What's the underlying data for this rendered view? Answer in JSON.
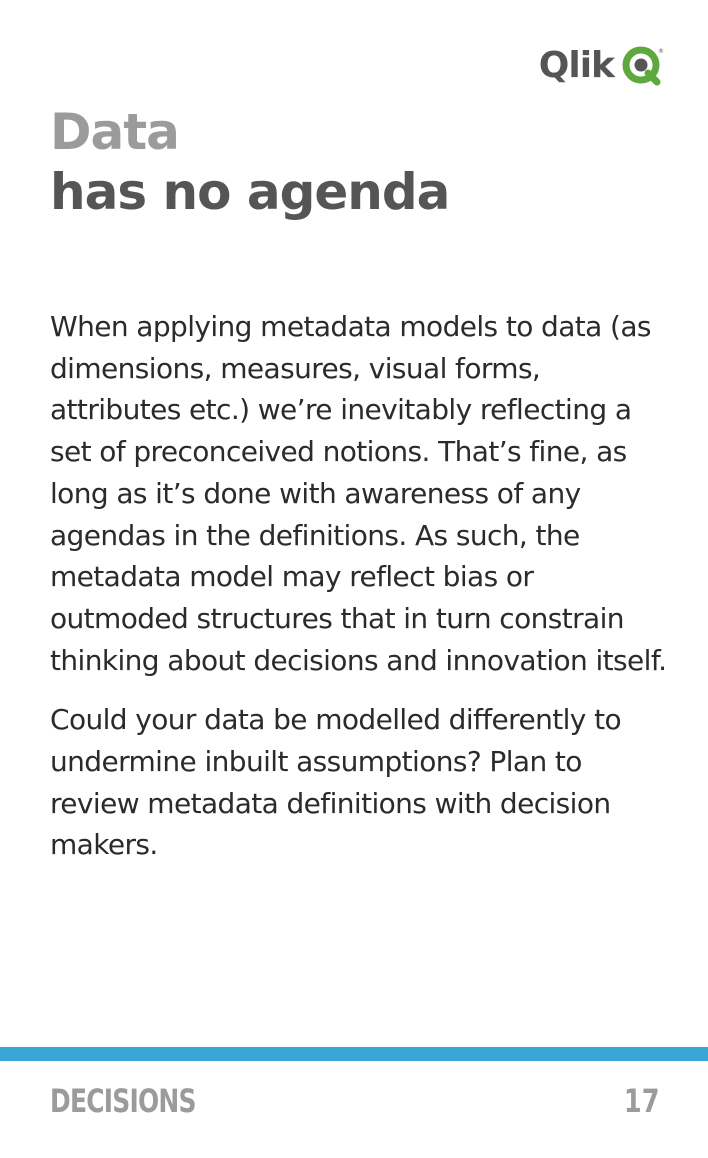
{
  "logo": {
    "text": "Qlik",
    "icon": "qlik-q-icon",
    "brand_color": "#5fa83d"
  },
  "title": {
    "line1": "Data",
    "line2": "has no agenda"
  },
  "body": {
    "paragraph1": "When applying metadata models to data (as dimensions, measures, visual forms, attributes etc.) we’re inevitably reflecting a set of preconceived notions. That’s fine, as long as it’s done with awareness of any agendas in the definitions. As such, the metadata model may reflect bias or outmoded structures that in turn constrain thinking about decisions and innovation itself.",
    "paragraph2": "Could your data be modelled differently to undermine inbuilt assumptions? Plan to review metadata definitions with decision makers."
  },
  "footer": {
    "section": "DECISIONS",
    "page_number": "17",
    "bar_color": "#3aa6d6"
  }
}
